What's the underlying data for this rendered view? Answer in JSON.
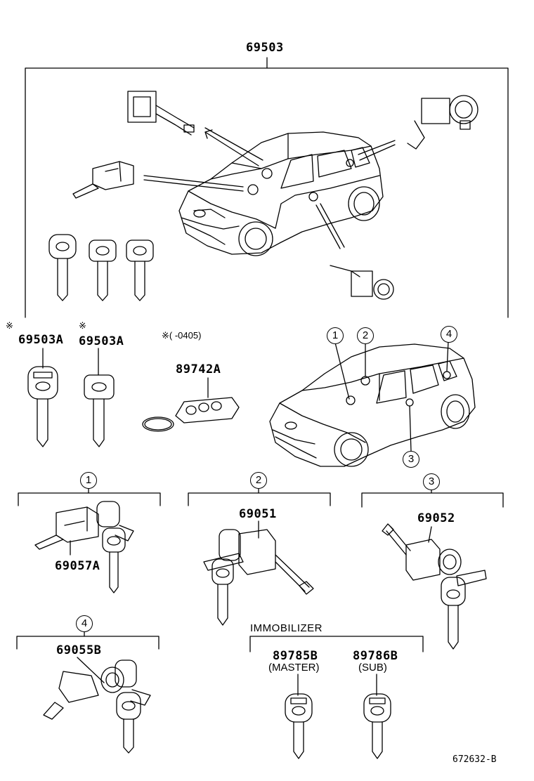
{
  "main_part": "69503",
  "callouts": {
    "key_a1": "69503A",
    "key_a2": "69503A",
    "asterisk": "※",
    "remote_note": "※(     -0405)",
    "remote": "89742A"
  },
  "locations": [
    "1",
    "2",
    "3",
    "4"
  ],
  "groups": [
    {
      "num": "1",
      "part": "69057A"
    },
    {
      "num": "2",
      "part": "69051"
    },
    {
      "num": "3",
      "part": "69052"
    },
    {
      "num": "4",
      "part": "69055B"
    }
  ],
  "immobilizer": {
    "title": "IMMOBILIZER",
    "master_part": "89785B",
    "master_label": "(MASTER)",
    "sub_part": "89786B",
    "sub_label": "(SUB)"
  },
  "diagram_id": "672632-B"
}
